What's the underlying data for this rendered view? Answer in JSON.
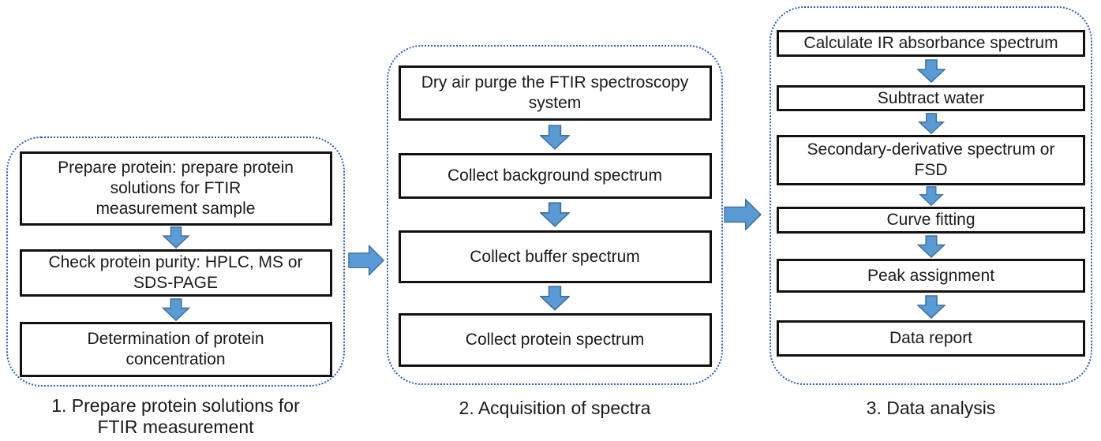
{
  "diagram": {
    "colors": {
      "arrow_fill": "#5b9bd5",
      "arrow_stroke": "#41719c",
      "group_border": "#2e5cb8",
      "box_border": "#111111"
    },
    "groups": [
      {
        "caption": "1. Prepare protein solutions for\nFTIR measurement",
        "steps": [
          "Prepare protein: prepare protein\nsolutions for FTIR\nmeasurement sample",
          "Check protein purity: HPLC, MS or\nSDS-PAGE",
          "Determination of protein\nconcentration"
        ]
      },
      {
        "caption": "2. Acquisition of spectra",
        "steps": [
          "Dry air purge the FTIR spectroscopy\nsystem",
          "Collect background spectrum",
          "Collect buffer spectrum",
          "Collect protein spectrum"
        ]
      },
      {
        "caption": "3. Data analysis",
        "steps": [
          "Calculate IR absorbance spectrum",
          "Subtract water",
          "Secondary-derivative spectrum or\nFSD",
          "Curve fitting",
          "Peak assignment",
          "Data report"
        ]
      }
    ]
  }
}
